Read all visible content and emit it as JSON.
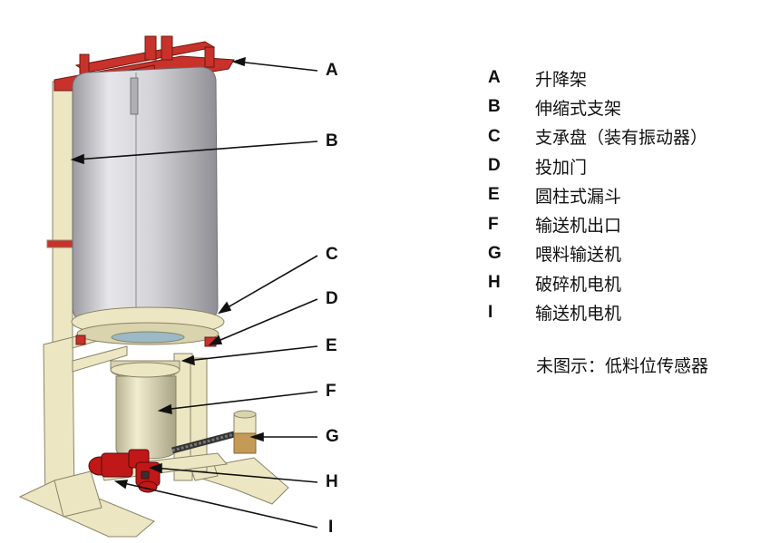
{
  "callouts": [
    {
      "key": "A",
      "label": "升降架"
    },
    {
      "key": "B",
      "label": "伸缩式支架"
    },
    {
      "key": "C",
      "label": "支承盘（装有振动器）"
    },
    {
      "key": "D",
      "label": "投加门"
    },
    {
      "key": "E",
      "label": "圆柱式漏斗"
    },
    {
      "key": "F",
      "label": "输送机出口"
    },
    {
      "key": "G",
      "label": "喂料输送机"
    },
    {
      "key": "H",
      "label": "破碎机电机"
    },
    {
      "key": "I",
      "label": "输送机电机"
    }
  ],
  "note": "未图示：低料位传感器",
  "colors": {
    "frame": "#ece6c2",
    "frame_edge": "#8a8468",
    "lift_frame": "#c8322a",
    "bag": "#dcdcde",
    "motor": "#c01818",
    "background": "#ffffff"
  }
}
